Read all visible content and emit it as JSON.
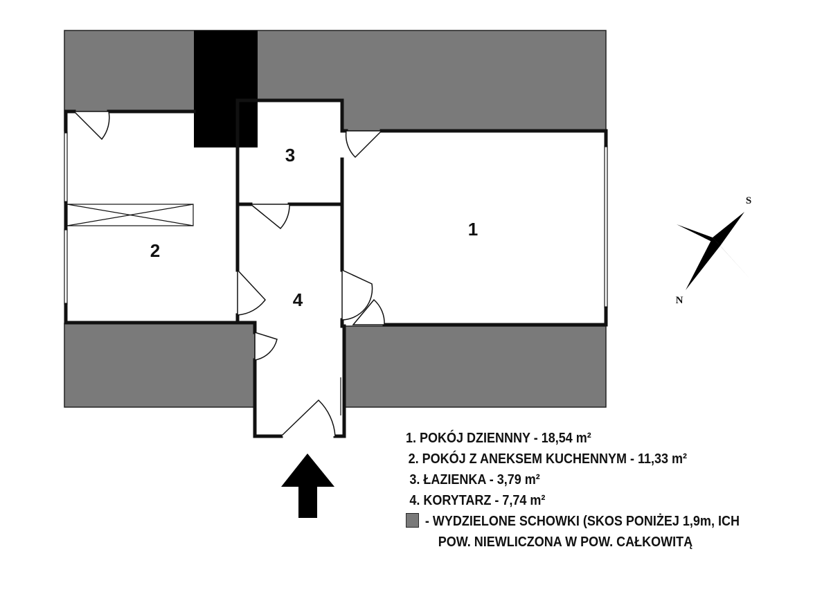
{
  "rooms": [
    {
      "number": "1"
    },
    {
      "number": "2"
    },
    {
      "number": "3"
    },
    {
      "number": "4"
    }
  ],
  "compass": {
    "north": "N",
    "south": "S"
  },
  "legend": {
    "items": [
      "1.  POKÓJ DZIENNNY - 18,54 m²",
      "2.  POKÓJ Z ANEKSEM KUCHENNYM - 11,33 m²",
      "3.  ŁAZIENKA - 3,79 m²",
      "4.  KORYTARZ - 7,74 m²"
    ],
    "storage_note_line1": "- WYDZIELONE SCHOWKI (SKOS PONIŻEJ 1,9m, ICH",
    "storage_note_line2": "POW. NIEWLICZONA W POW. CAŁKOWITĄ"
  },
  "colors": {
    "storage_fill": "#7a7a7a",
    "chimney_fill": "#000000",
    "wall_color": "#111111"
  },
  "icons": {
    "entrance_arrow": "arrow-up-icon",
    "compass": "compass-rose-icon"
  }
}
